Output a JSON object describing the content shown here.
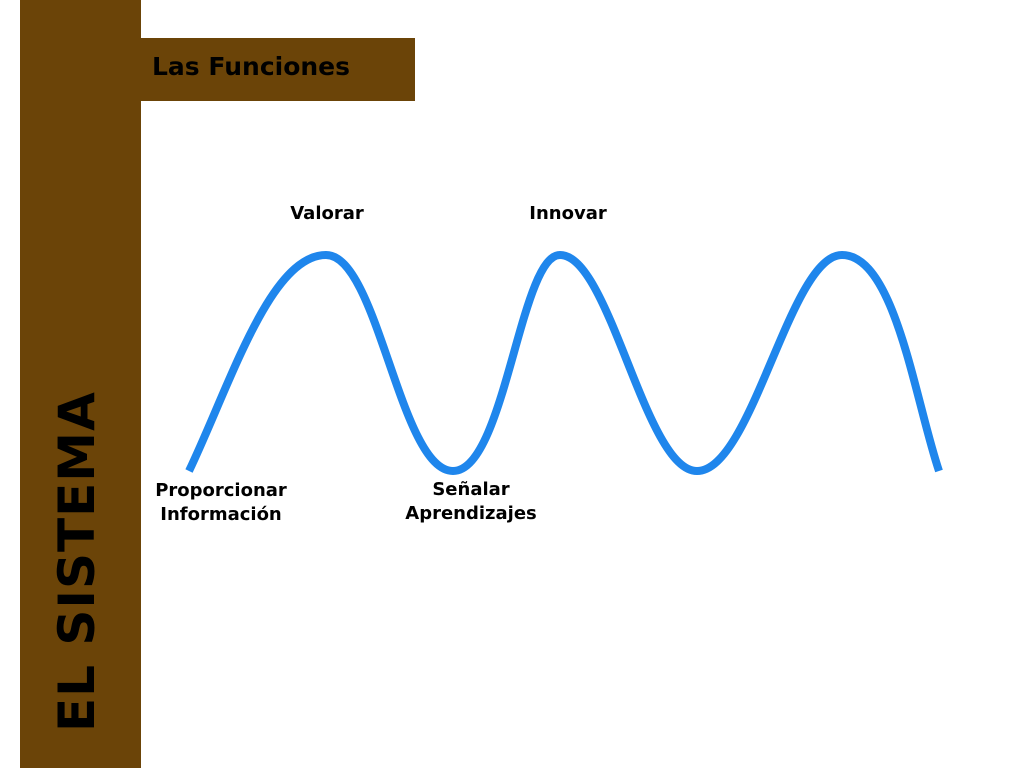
{
  "sidebar": {
    "title": "EL SISTEMA",
    "color": "#6b4408"
  },
  "header": {
    "title": "Las Funciones",
    "color": "#6b4408"
  },
  "diagram": {
    "wave_color": "#1f86ec",
    "labels": {
      "valorar": "Valorar",
      "innovar": "Innovar",
      "proporcionar_line1": "Proporcionar",
      "proporcionar_line2": "Información",
      "senalar_line1": "Señalar",
      "senalar_line2": "Aprendizajes"
    }
  }
}
